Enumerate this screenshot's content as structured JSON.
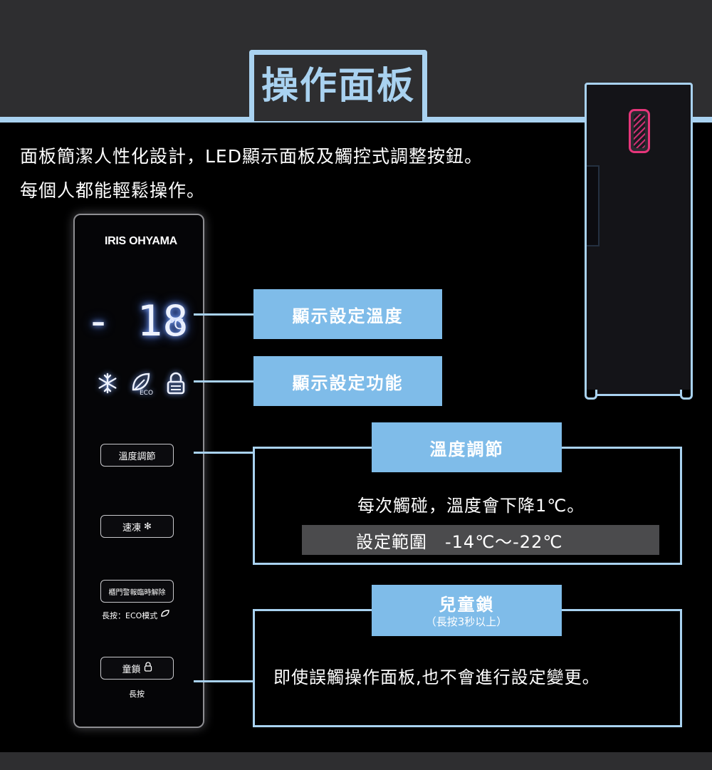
{
  "header": {
    "title": "操作面板"
  },
  "intro": {
    "line1": "面板簡潔人性化設計，LED顯示面板及觸控式調整按鈕。",
    "line2": "每個人都能輕鬆操作。"
  },
  "panel": {
    "brand": "IRIS OHYAMA",
    "display": {
      "sign": "-",
      "digits": "18",
      "unit": "℃"
    },
    "status_icons": [
      "snowflake-icon",
      "eco-leaf-icon",
      "lock-icon"
    ],
    "buttons": {
      "temp_adjust": "溫度調節",
      "quick_freeze": "速凍",
      "quick_freeze_icon": "✻",
      "door_alarm": "櫃門警報臨時解除",
      "door_alarm_sub": "長按：ECO模式",
      "child_lock": "童鎖",
      "child_lock_sub": "長按"
    }
  },
  "callouts": {
    "display_temp": "顯示設定溫度",
    "display_function": "顯示設定功能",
    "temp_adjust": {
      "title": "溫度調節",
      "desc": "每次觸碰，溫度會下降1℃。",
      "range": "設定範圍　-14℃～-22℃"
    },
    "child_lock": {
      "title": "兒童鎖",
      "subtitle": "（長按3秒以上）",
      "desc": "即使誤觸操作面板,也不會進行設定變更。"
    }
  },
  "colors": {
    "accent": "#a9d2f0",
    "label_bg": "#7fbce9",
    "band": "#2e2e30",
    "fridge_panel": "#e6357a"
  }
}
